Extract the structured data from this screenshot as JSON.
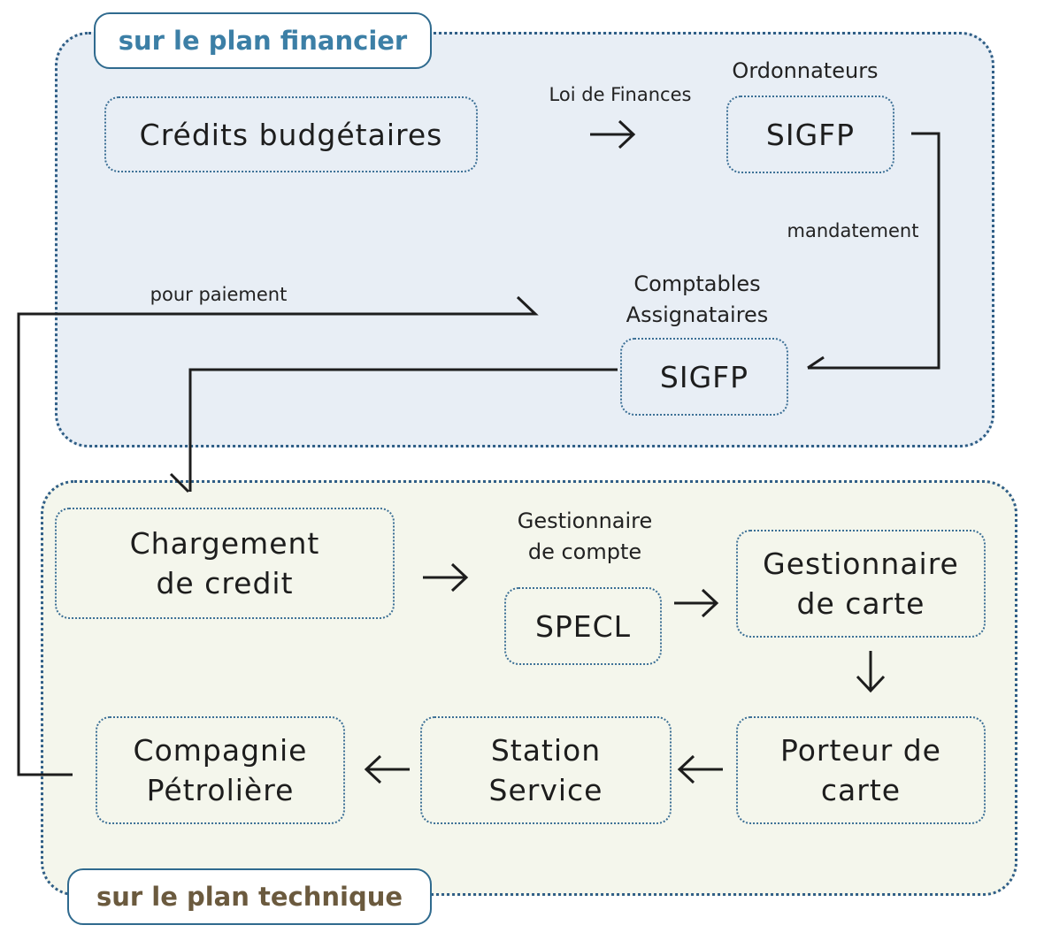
{
  "tabs": {
    "financial": "sur le plan financier",
    "technical": "sur le plan technique"
  },
  "boxes": {
    "credits": "Crédits budgétaires",
    "sigfp_ordonnateurs": "SIGFP",
    "sigfp_comptables": "SIGFP",
    "chargement_line1": "Chargement",
    "chargement_line2": "de credit",
    "specl": "SPECL",
    "gestionnaire_carte_line1": "Gestionnaire",
    "gestionnaire_carte_line2": "de carte",
    "porteur_line1": "Porteur de",
    "porteur_line2": "carte",
    "station_line1": "Station",
    "station_line2": "Service",
    "compagnie_line1": "Compagnie",
    "compagnie_line2": "Pétrolière"
  },
  "labels": {
    "loi_de_finances": "Loi de Finances",
    "ordonnateurs": "Ordonnateurs",
    "mandatement": "mandatement",
    "pour_paiement": "pour paiement",
    "comptables_line1": "Comptables",
    "comptables_line2": "Assignataires",
    "gestionnaire_compte_line1": "Gestionnaire",
    "gestionnaire_compte_line2": "de compte"
  },
  "colors": {
    "financial_bg": "#e8eef5",
    "technical_bg": "#f4f6ec",
    "border": "#2f5e86",
    "financial_tab_text": "#3c7fa6",
    "technical_tab_text": "#6b5a3e"
  }
}
